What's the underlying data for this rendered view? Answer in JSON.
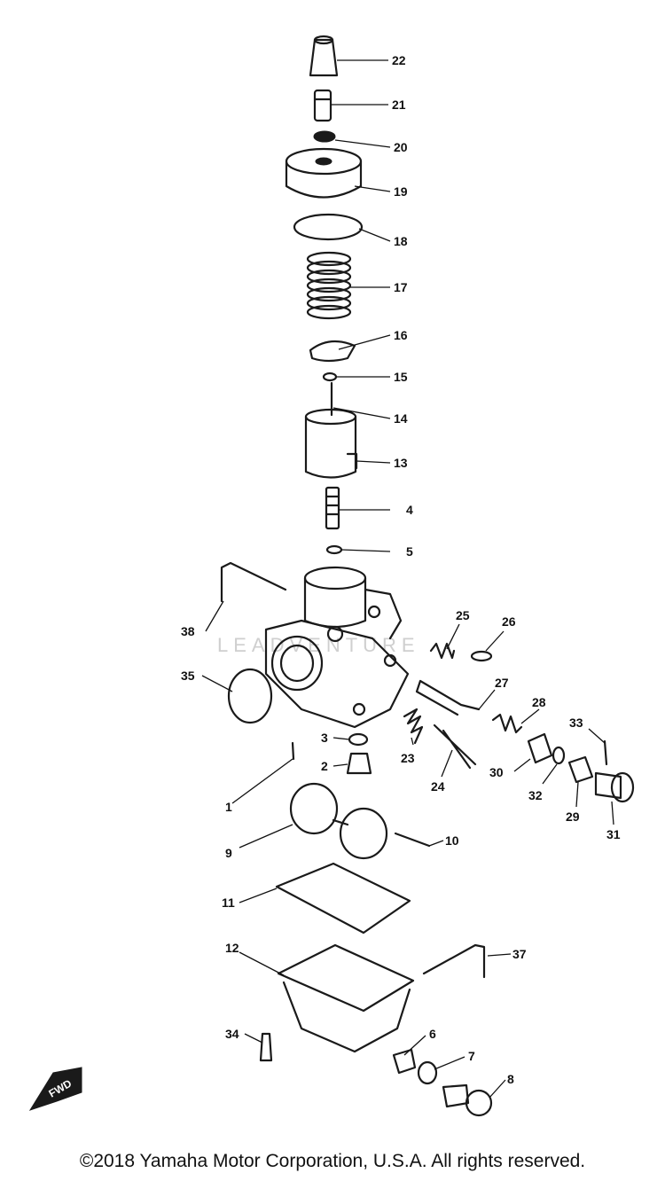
{
  "diagram": {
    "callouts": [
      "22",
      "21",
      "20",
      "19",
      "18",
      "17",
      "16",
      "15",
      "14",
      "13",
      "4",
      "5",
      "38",
      "25",
      "26",
      "35",
      "27",
      "28",
      "3",
      "2",
      "23",
      "24",
      "30",
      "32",
      "33",
      "29",
      "31",
      "1",
      "9",
      "10",
      "11",
      "12",
      "37",
      "34",
      "6",
      "7",
      "8"
    ],
    "front_marker": "FWD",
    "watermark": "LEADVENTURE"
  },
  "copyright": "©2018 Yamaha Motor Corporation, U.S.A. All rights reserved."
}
